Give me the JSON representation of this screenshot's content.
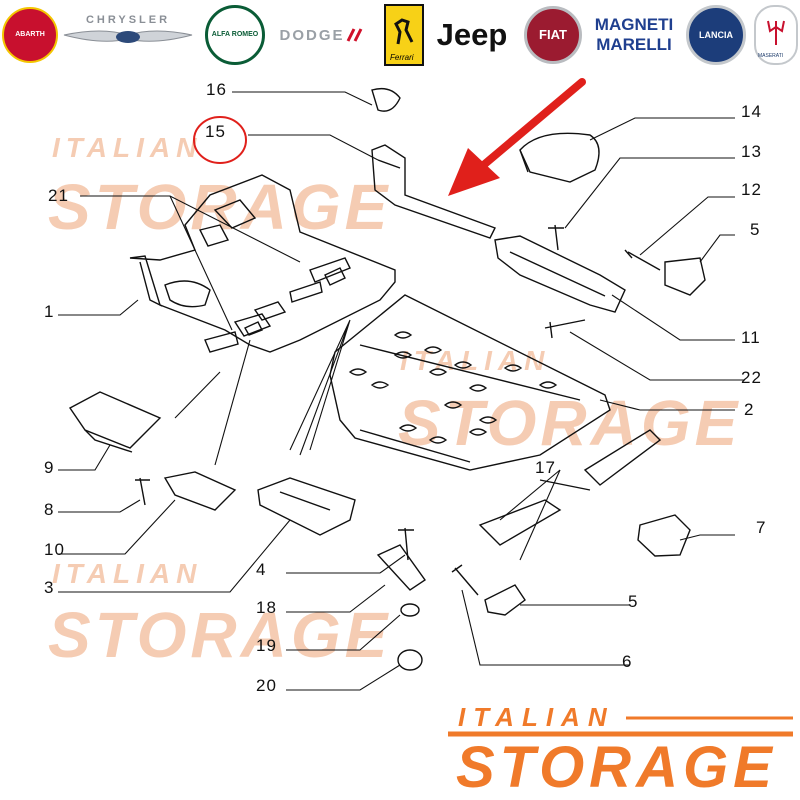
{
  "brands": [
    {
      "name": "ABARTH",
      "icon": "abarth-scorpion-icon",
      "color": "#c8102e"
    },
    {
      "name": "CHRYSLER",
      "icon": "chrysler-wings-icon",
      "color": "#8a8f96"
    },
    {
      "name": "ALFA ROMEO",
      "icon": "alfa-romeo-badge-icon",
      "color": "#0a5c36"
    },
    {
      "name": "DODGE",
      "icon": "dodge-stripes-icon",
      "color": "#d0102a"
    },
    {
      "name": "Ferrari",
      "icon": "ferrari-horse-icon",
      "color": "#f7d117"
    },
    {
      "name": "Jeep",
      "icon": "jeep-wordmark",
      "color": "#111111"
    },
    {
      "name": "FIAT",
      "icon": "fiat-badge-icon",
      "color": "#9b1b30"
    },
    {
      "name": "MAGNETI MARELLI",
      "icon": "magneti-marelli-wordmark",
      "color": "#1f3f8f"
    },
    {
      "name": "LANCIA",
      "icon": "lancia-badge-icon",
      "color": "#1c3d7a"
    },
    {
      "name": "MASERATI",
      "icon": "maserati-trident-icon",
      "color": "#1d3b6b"
    }
  ],
  "callouts": {
    "c1": "1",
    "c2": "2",
    "c3": "3",
    "c4": "4",
    "c5a": "5",
    "c5b": "5",
    "c6": "6",
    "c7": "7",
    "c8": "8",
    "c9": "9",
    "c10": "10",
    "c11": "11",
    "c12": "12",
    "c13": "13",
    "c14": "14",
    "c15": "15",
    "c16": "16",
    "c17": "17",
    "c18": "18",
    "c19": "19",
    "c20": "20",
    "c21": "21",
    "c22": "22"
  },
  "watermark": {
    "small": "ITALIAN",
    "big": "STORAGE"
  },
  "footer": {
    "italian": "ITALIAN",
    "storage": "STORAGE"
  },
  "colors": {
    "accent": "#f07a2a",
    "arrow": "#e0201b",
    "highlight_circle": "#e0201b"
  }
}
